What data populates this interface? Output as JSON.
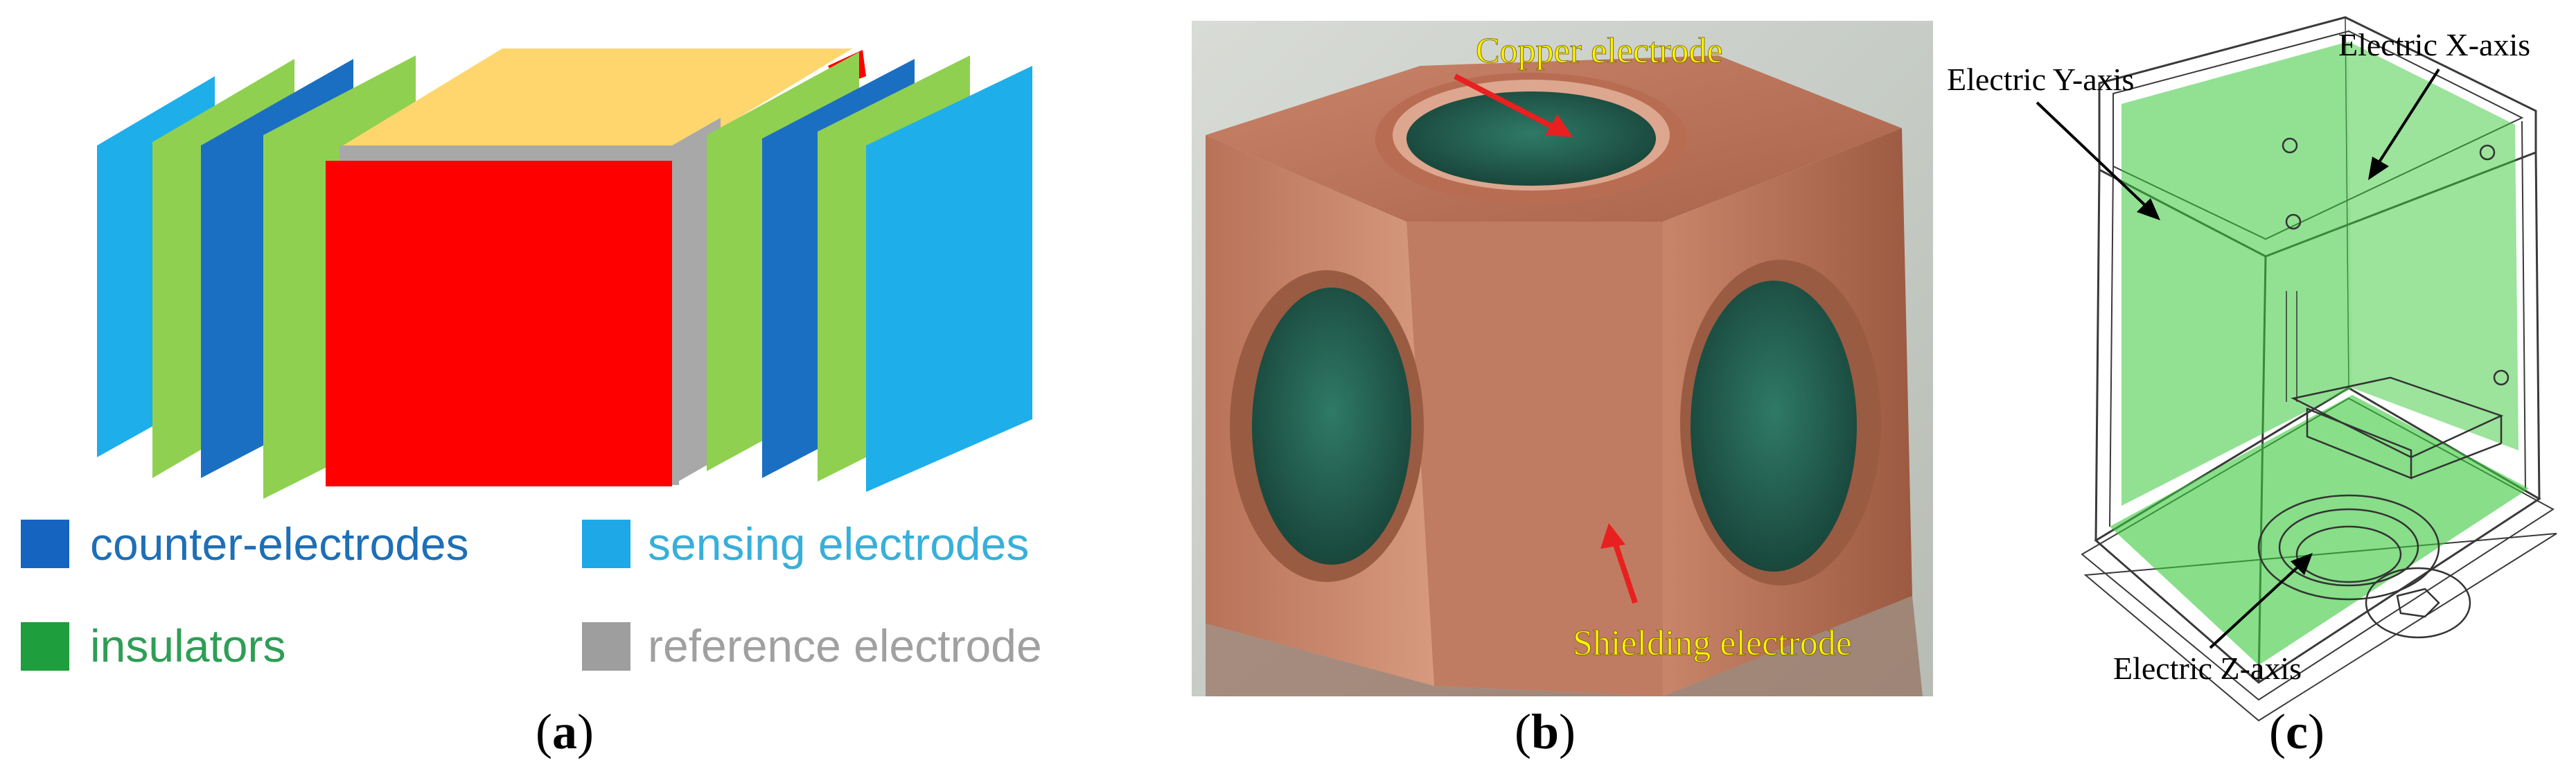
{
  "panels": {
    "a": {
      "label_open": "(",
      "letter": "a",
      "label_close": ")",
      "legend": [
        {
          "key": "counter",
          "text": "counter-electrodes",
          "swatch": "#1565C0",
          "text_color": "#1E6FB5"
        },
        {
          "key": "sensing",
          "text": "sensing electrodes",
          "swatch": "#1EA8E8",
          "text_color": "#38AFD9"
        },
        {
          "key": "insulator",
          "text": "insulators",
          "swatch": "#1E9E3C",
          "text_color": "#2E9E55"
        },
        {
          "key": "reference",
          "text": "reference electrode",
          "swatch": "#9E9E9E",
          "text_color": "#A0A0A0"
        }
      ],
      "colors": {
        "sensing": "#1EAEEA",
        "counter": "#1A6FC2",
        "insulator": "#8FD050",
        "reference": "#A8A8A8",
        "top": "#FFD66E",
        "front": "#FF0000"
      }
    },
    "b": {
      "label_open": "(",
      "letter": "b",
      "label_close": ")",
      "top_label": "Copper electrode",
      "bottom_label": "Shielding electrode",
      "label_color": "#FFF200",
      "arrow_color": "#E82020"
    },
    "c": {
      "label_open": "(",
      "letter": "c",
      "label_close": ")",
      "y_axis_label": "Electric Y-axis",
      "x_axis_label": "Electric X-axis",
      "z_axis_label": "Electric Z-axis",
      "plate_color": "#39C83A"
    }
  }
}
